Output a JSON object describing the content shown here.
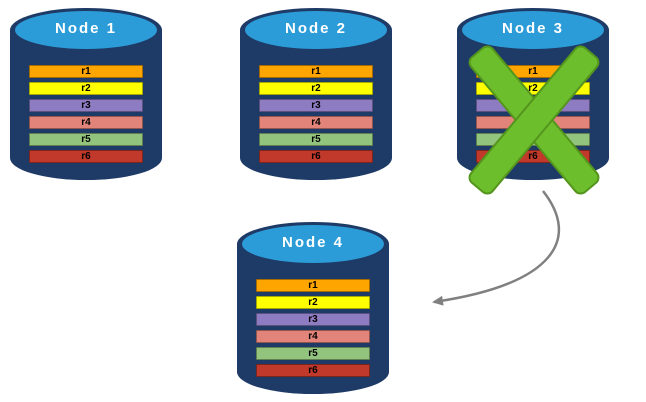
{
  "colors": {
    "cylinder_body": "#1E3A66",
    "cylinder_top": "#2C9CD8",
    "row_text": "#000000",
    "x_mark": "#6DBE2C",
    "x_mark_border": "#54951D",
    "arrow": "#808080"
  },
  "rows": [
    {
      "label": "r1",
      "color": "#FFA500"
    },
    {
      "label": "r2",
      "color": "#FFFF00"
    },
    {
      "label": "r3",
      "color": "#8E7CC3"
    },
    {
      "label": "r4",
      "color": "#E2847A"
    },
    {
      "label": "r5",
      "color": "#93C47D"
    },
    {
      "label": "r6",
      "color": "#C0392B"
    }
  ],
  "nodes": [
    {
      "title": "Node 1",
      "failed": false
    },
    {
      "title": "Node 2",
      "failed": false
    },
    {
      "title": "Node 3",
      "failed": true
    },
    {
      "title": "Node 4",
      "failed": false
    }
  ]
}
